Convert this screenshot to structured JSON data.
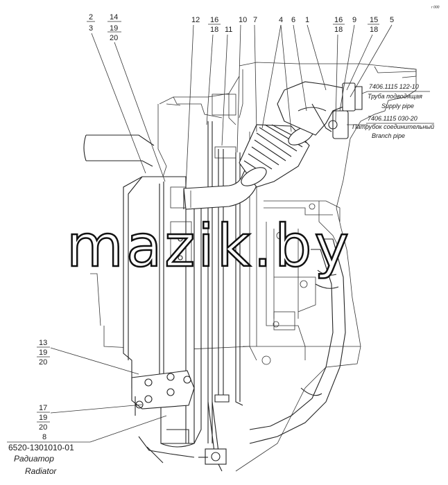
{
  "corner_mark": "r 000",
  "callouts": {
    "c2": "2",
    "c3": "3",
    "c14": "14",
    "c19a": "19",
    "c20a": "20",
    "c12": "12",
    "c16a": "16",
    "c18a": "18",
    "c11": "11",
    "c10": "10",
    "c7": "7",
    "c4": "4",
    "c6": "6",
    "c1": "1",
    "c16b": "16",
    "c18b": "18",
    "c9": "9",
    "c15": "15",
    "c18c": "18",
    "c5": "5",
    "c13": "13",
    "c19b": "19",
    "c20b": "20",
    "c17": "17",
    "c19c": "19",
    "c20c": "20",
    "c8": "8"
  },
  "parts": {
    "supply_pipe_number": "7406.1115 122-10",
    "supply_pipe_ru": "Труба подводящая",
    "supply_pipe_en": "Supply pipe",
    "branch_pipe_number": "7406.1115 030-20",
    "branch_pipe_ru": "Патрубок соединительный",
    "branch_pipe_en": "Branch pipe",
    "radiator_number": "6520-1301010-01",
    "radiator_ru": "Радиатор",
    "radiator_en": "Radiator"
  },
  "watermark": "mazik.by"
}
